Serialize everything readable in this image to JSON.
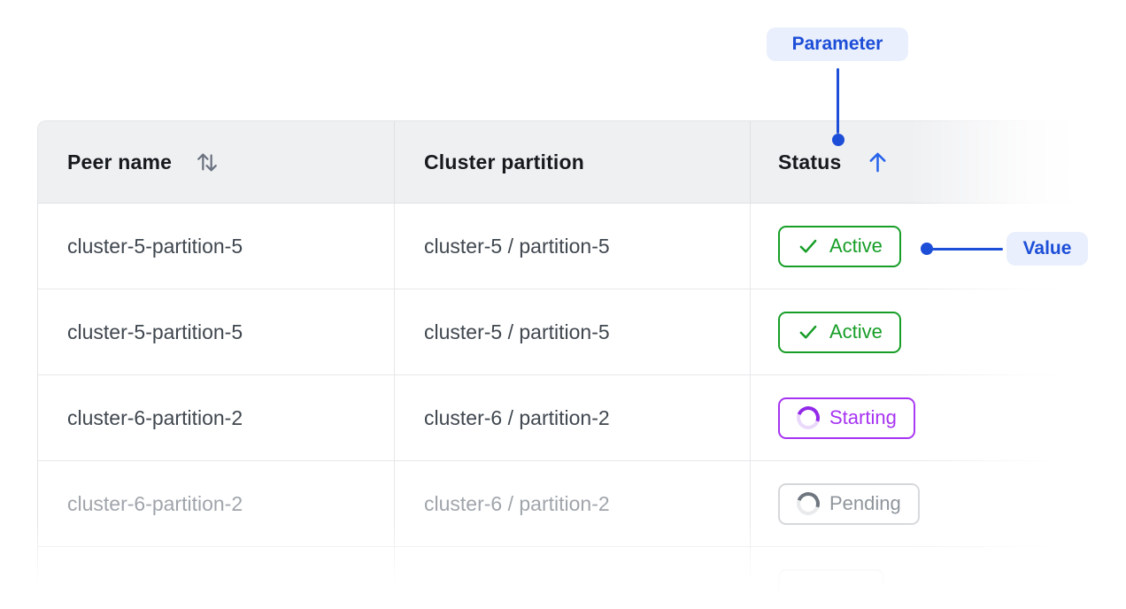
{
  "annotations": {
    "parameter_label": "Parameter",
    "value_label": "Value"
  },
  "table": {
    "columns": [
      {
        "label": "Peer name",
        "sort": "sortable"
      },
      {
        "label": "Cluster partition",
        "sort": "none"
      },
      {
        "label": "Status",
        "sort": "ascending"
      }
    ],
    "rows": [
      {
        "peer_name": "cluster-5-partition-5",
        "cluster_partition": "cluster-5 / partition-5",
        "status": "Active",
        "status_kind": "active",
        "muted": false
      },
      {
        "peer_name": "cluster-5-partition-5",
        "cluster_partition": "cluster-5 / partition-5",
        "status": "Active",
        "status_kind": "active",
        "muted": false
      },
      {
        "peer_name": "cluster-6-partition-2",
        "cluster_partition": "cluster-6 / partition-2",
        "status": "Starting",
        "status_kind": "starting",
        "muted": false
      },
      {
        "peer_name": "cluster-6-partition-2",
        "cluster_partition": "cluster-6 / partition-2",
        "status": "Pending",
        "status_kind": "pending",
        "muted": true
      },
      {
        "peer_name": "",
        "cluster_partition": "",
        "status": "",
        "status_kind": "ghost",
        "muted": true
      }
    ]
  },
  "colors": {
    "accent_blue": "#1d4ed8",
    "annotation_bg": "#e9effc",
    "active_green": "#179e27",
    "starting_purple": "#a733f2",
    "pending_gray": "#8f959c",
    "header_bg": "#eff0f2"
  }
}
